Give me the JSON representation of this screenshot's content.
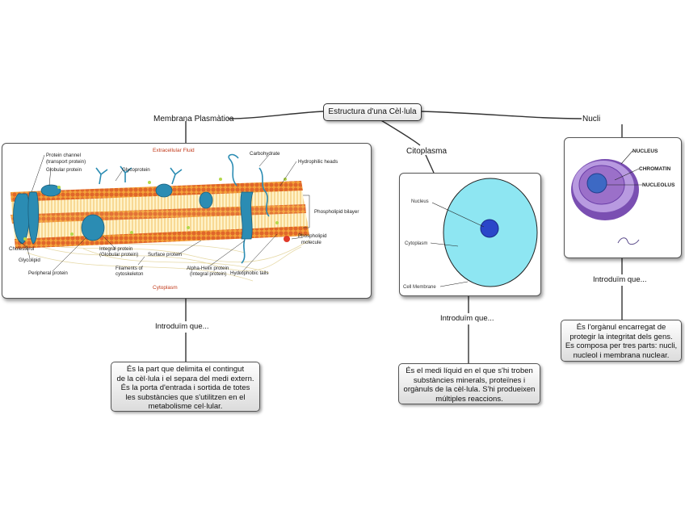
{
  "map": {
    "central_topic": "Estructura d'una Cèl·lula",
    "branches": [
      {
        "title": "Membrana Plasmàtica",
        "intro": "Introduïm que...",
        "note_lines": [
          "És la part que delimita el contingut",
          "de la cèl·lula i el separa del medi extern.",
          "És la porta d'entrada i sortida de totes",
          "les substàncies que s'utilitzen en el",
          "metabolisme cel·lular."
        ]
      },
      {
        "title": "Citoplasma",
        "intro": "Introduïm que...",
        "note_lines": [
          "És el medi líquid en el que s'hi troben",
          "substàncies minerals, proteïnes i",
          "orgànuls de la cèl·lula. S'hi produeixen",
          "múltiples reaccions."
        ]
      },
      {
        "title": "Nucli",
        "intro": "Introduïm que...",
        "note_lines": [
          "És l'orgànul encarregat de",
          "protegir la integritat dels gens.",
          "Es composa per tres parts: nucli,",
          "nucleol i membrana nuclear."
        ]
      }
    ]
  },
  "membrane_figure": {
    "extracellular_label": "Extracellular Fluid",
    "cytoplasm_label": "Cytoplasm",
    "labels": {
      "protein_channel": "Protein channel",
      "transport_protein": "(transport protein)",
      "globular_protein": "Globular protein",
      "glycoprotein": "Glycoprotein",
      "carbohydrate": "Carbohydrate",
      "hydrophilic_heads": "Hydrophilic heads",
      "phospholipid_bilayer": "Phospholipid bilayer",
      "phospholipid_molecule_1": "Phospholipid",
      "phospholipid_molecule_2": "molecule",
      "cholesterol": "Cholesterol",
      "glycolipid": "Glycolipid",
      "peripheral_protein": "Peripheral protein",
      "integral_protein_1": "Integral protein",
      "integral_protein_2": "(Globular protein)",
      "filaments_1": "Filaments of",
      "filaments_2": "cytoskeleton",
      "surface_protein": "Surface protein",
      "alpha_helix_1": "Alpha-Helix protein",
      "alpha_helix_2": "(Integral protein)",
      "hydrophobic_tails": "Hydrophobic tails"
    }
  },
  "cytoplasm_figure": {
    "nucleus": "Nucleus",
    "cytoplasm": "Cytoplasm",
    "cell_membrane": "Cell Membrane"
  },
  "nucleus_figure": {
    "nucleus": "NUCLEUS",
    "chromatin": "CHROMATIN",
    "nucleolus": "NUCLEOLUS"
  },
  "colors": {
    "root_border": "#333333",
    "connector": "#333333",
    "membrane_heads": "#e0662a",
    "membrane_proteins": "#2b8cb3",
    "cytoplasm_fill": "#8ee6f2",
    "nucleus_dot": "#2a46c9",
    "nucleus_outer": "#9b70c9",
    "nucleus_inner": "#3d69c4"
  }
}
